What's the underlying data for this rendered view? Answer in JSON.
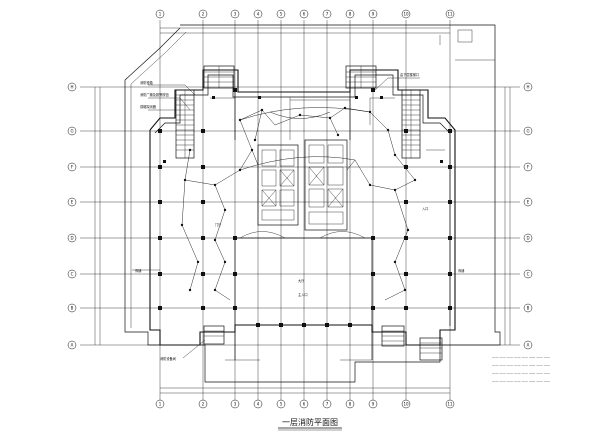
{
  "drawing": {
    "title": "一层消防平面图",
    "stair_note": "由下层楼梯口",
    "lobby_label": "门厅",
    "hall_label": "大厅",
    "corner_label": "入口",
    "entrance_label": "主入口",
    "loading_label": "消防设备间",
    "left_room_label": "商铺",
    "right_room_label": "商铺",
    "callout_left_1": "消防栓箱",
    "callout_left_2": "消防广播及报警按钮",
    "callout_left_3": "感烟探测器"
  },
  "axes": {
    "top": [
      "1",
      "2",
      "3",
      "4",
      "5",
      "6",
      "7",
      "8",
      "9",
      "10",
      "11"
    ],
    "bottom": [
      "1",
      "2",
      "3",
      "4",
      "5",
      "6",
      "7",
      "8",
      "9",
      "10",
      "11"
    ],
    "left": [
      "H",
      "G",
      "F",
      "E",
      "D",
      "C",
      "B",
      "A"
    ],
    "right": [
      "H",
      "G",
      "F",
      "E",
      "D",
      "C",
      "B",
      "A"
    ]
  },
  "legend": {
    "rows": [
      "—— —— —— —— —— —— —— ——",
      "—— —— —— —— —— —— —— ——",
      "—— —— —— —— —— —— —— ——",
      "—— —— —— —— —— —— —— ——"
    ]
  }
}
